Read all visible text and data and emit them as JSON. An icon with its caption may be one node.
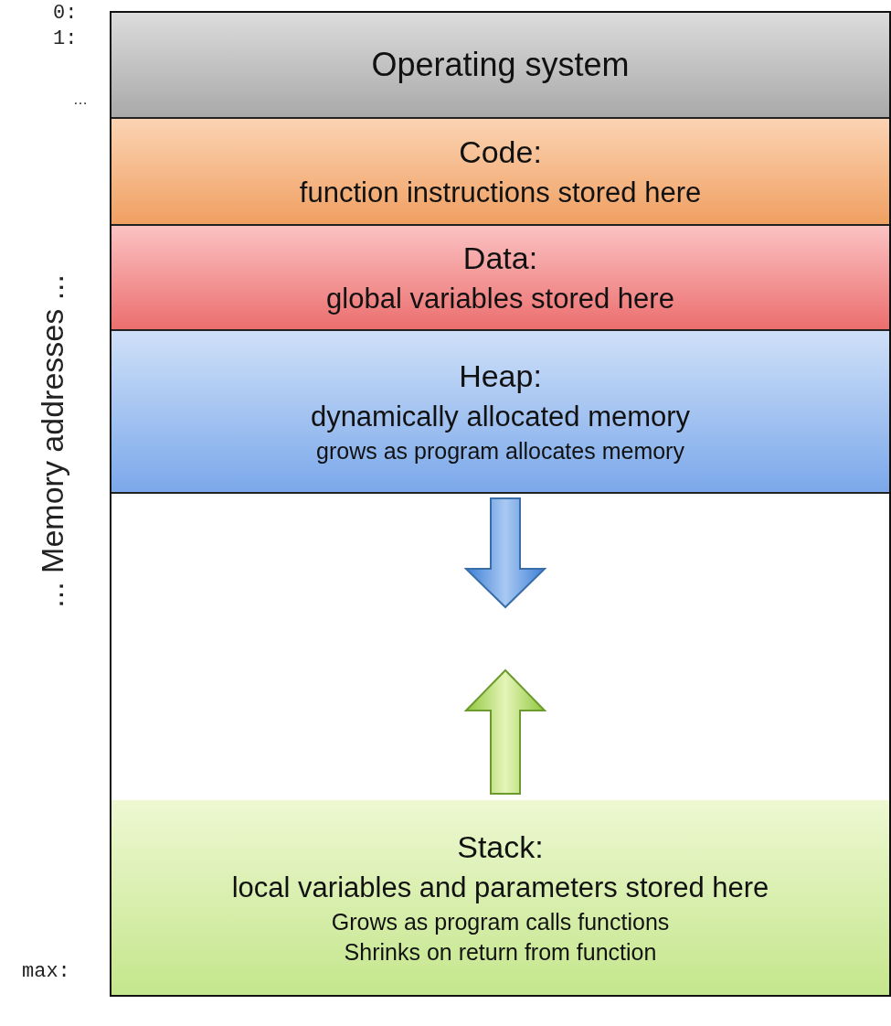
{
  "diagram": {
    "nodes": [
      {
        "text": [
          "Operating system"
        ]
      },
      {
        "text": [
          "Code:",
          "function instructions stored here"
        ]
      },
      {
        "text": [
          "Data:",
          "global variables stored here"
        ]
      },
      {
        "text": [
          "Heap:",
          "dynamically allocated memory",
          "grows as program allocates memory"
        ]
      },
      {
        "text": [
          "Stack:",
          "local variables and parameters stored here",
          "Grows as program calls functions",
          "Shrinks on return from function"
        ]
      }
    ],
    "labels": [
      "0:",
      "1:",
      "…",
      "... Memory addresses ...",
      "max:"
    ]
  }
}
